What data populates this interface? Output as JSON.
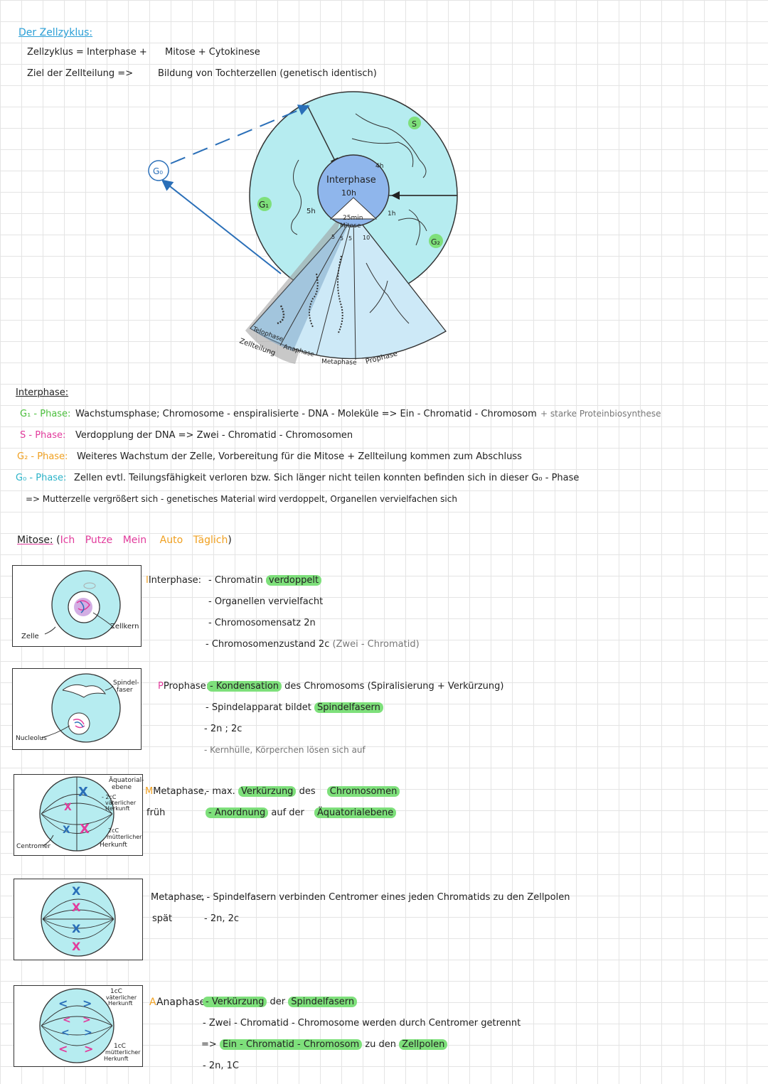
{
  "header": {
    "title": "Der Zellzyklus:",
    "line1_left": "Zellzyklus = Interphase +",
    "line1_right": "Mitose + Cytokinese",
    "line2_left": "Ziel der Zellteilung =>",
    "line2_right": "Bildung von Tochterzellen (genetisch identisch)"
  },
  "cycle_diagram": {
    "g0": "G₀",
    "g1": "G₁",
    "s": "S",
    "g2": "G₂",
    "center_title": "Interphase",
    "center_time": "10h",
    "t_5h": "5h",
    "t_4h": "4h",
    "t_1h": "1h",
    "mitose_time": "25min",
    "mitose_label": "Mitose",
    "seg_5a": "5",
    "seg_5b": "5",
    "seg_5c": "5",
    "seg_10": "10",
    "telophase": "Telophase",
    "anaphase": "Anaphase",
    "metaphase": "Metaphase",
    "prophase": "Prophase",
    "zellteilung": "Zellteilung",
    "colors": {
      "outer": "#b6ecf0",
      "inner": "#8fb6ec",
      "wedge": "#cde9f7",
      "arrow": "#2a6fb8"
    }
  },
  "interphase": {
    "heading": "Interphase:",
    "g1_label": "G₁ - Phase:",
    "g1_text": "Wachstumsphase; Chromosome - enspiralisierte - DNA - Moleküle => Ein - Chromatid - Chromosom",
    "g1_extra": "+ starke Proteinbiosynthese",
    "s_label": "S - Phase:",
    "s_text": "Verdopplung der DNA => Zwei - Chromatid - Chromosomen",
    "g2_label": "G₂ - Phase:",
    "g2_text": "Weiteres Wachstum der Zelle, Vorbereitung für die Mitose + Zellteilung kommen zum Abschluss",
    "g0_label": "G₀ - Phase:",
    "g0_text": "Zellen evtl. Teilungsfähigkeit verloren bzw. Sich länger nicht teilen konnten befinden sich in dieser G₀ - Phase",
    "summary": "=> Mutterzelle vergrößert sich - genetisches Material wird verdoppelt, Organellen vervielfachen sich"
  },
  "mitose": {
    "heading": "Mitose:",
    "mnemonic_open": "(",
    "m1": "Ich",
    "m2": "Putze",
    "m3": "Mein",
    "m4": "Auto",
    "m5": "Täglich",
    "mnemonic_close": ")"
  },
  "phase_interphase": {
    "label": "Interphase:",
    "l1_pre": "- Chromatin",
    "l1_hl": "verdoppelt",
    "l2": "- Organellen vervielfacht",
    "l3": "- Chromosomensatz 2n",
    "l4": "- Chromosomenzustand 2c",
    "l4_note": "(Zwei - Chromatid)",
    "fig_zelle": "Zelle",
    "fig_zellkern": "Zellkern"
  },
  "phase_prophase": {
    "label": "Prophase:",
    "l1_hl": "- Kondensation",
    "l1_rest": "des Chromosoms (Spiralisierung + Verkürzung)",
    "l2_pre": "- Spindelapparat bildet",
    "l2_hl": "Spindelfasern",
    "l3": "- 2n ; 2c",
    "l4": "- Kernhülle, Körperchen lösen sich auf",
    "fig_spindel": "Spindel-",
    "fig_faser": "faser",
    "fig_nucleolus": "Nucleolus"
  },
  "phase_metaphase_frueh": {
    "label": "Metaphase,",
    "label2": "früh",
    "l1_pre": ": - max.",
    "l1_hl": "Verkürzung",
    "l1_mid": "des",
    "l1_hl2": "Chromosomen",
    "l2_hl": "- Anordnung",
    "l2_mid": "auf der",
    "l2_hl2": "Äquatorialebene",
    "fig_aq1": "Äquatorial-",
    "fig_aq2": "ebene",
    "fig_v1": "- 2cC",
    "fig_v2": "väterlicher",
    "fig_v3": "Herkunft",
    "fig_m1": "2cC",
    "fig_m2": "mütterlicher",
    "fig_m3": "Herkunft",
    "fig_centromer": "Centromer"
  },
  "phase_metaphase_spaet": {
    "label": "Metaphase,",
    "label2": "spät",
    "l1": ": - Spindelfasern verbinden Centromer eines jeden Chromatids zu den Zellpolen",
    "l2": "- 2n, 2c"
  },
  "phase_anaphase": {
    "label": "Anaphase",
    "l1_hl": "- Verkürzung",
    "l1_mid": "der",
    "l1_hl2": "Spindelfasern",
    "l2": "- Zwei - Chromatid - Chromosome werden durch Centromer getrennt",
    "l3_pre": "=>",
    "l3_hl": "Ein - Chromatid - Chromosom",
    "l3_mid": "zu den",
    "l3_hl2": "Zellpolen",
    "l4": "- 2n, 1C",
    "fig_v1": "1cC",
    "fig_v2": "väterlicher",
    "fig_v3": "Herkunft",
    "fig_m1": "1cC",
    "fig_m2": "mütterlicher",
    "fig_m3": "Herkunft"
  }
}
